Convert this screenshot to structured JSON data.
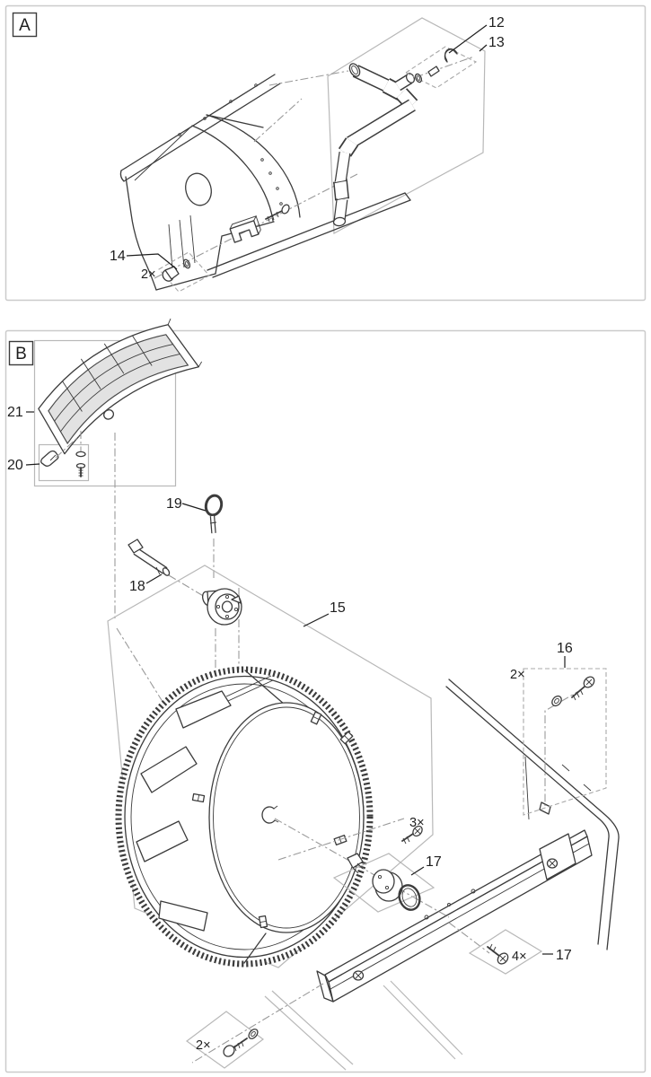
{
  "diagram": {
    "type": "exploded-parts-diagram",
    "panel_a": {
      "letter": "A",
      "parts": {
        "p12": "12",
        "p13": "13",
        "p14": "14"
      },
      "quantities": {
        "cap_parts": "2×"
      }
    },
    "panel_b": {
      "letter": "B",
      "parts": {
        "p15": "15",
        "p16": "16",
        "p17_upper": "17",
        "p17_lower": "17",
        "p18": "18",
        "p19": "19",
        "p20": "20",
        "p21": "21"
      },
      "quantities": {
        "screws_16": "2×",
        "screws_3x": "3×",
        "screws_4x": "4×",
        "bolts_bottom": "2×"
      }
    },
    "colors": {
      "line": "#3c3c3c",
      "construction": "#b8b8b8",
      "fill_light": "#e2e2e2",
      "background": "#ffffff"
    }
  }
}
